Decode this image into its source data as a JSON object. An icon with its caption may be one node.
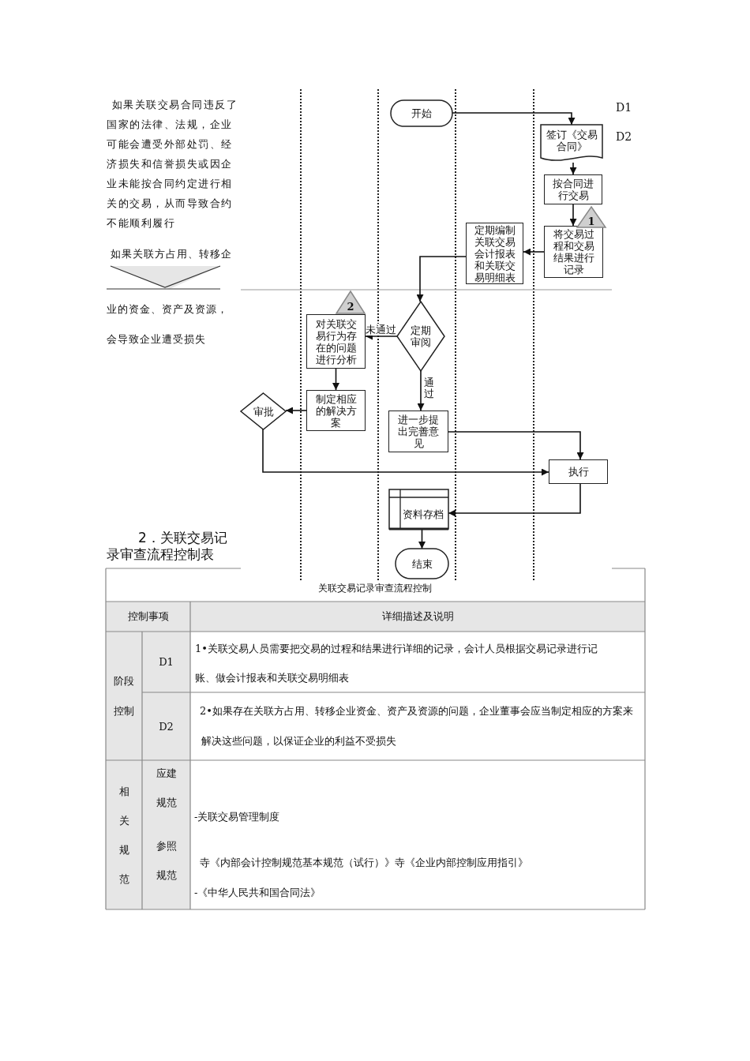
{
  "diagram": {
    "nodes": [
      {
        "text": [
          "开始"
        ]
      },
      {
        "text": [
          "签订《交易合同》"
        ]
      },
      {
        "text": [
          "按合同进行交易"
        ]
      },
      {
        "text": [
          "将交易过程和交易结果进行记录"
        ]
      },
      {
        "text": [
          "定期编制关联交易会计报表和关联交易明细表"
        ]
      },
      {
        "text": [
          "定期审阅"
        ]
      },
      {
        "text": [
          "对关联交易行为存在的问题进行分析"
        ]
      },
      {
        "text": [
          "制定相应的解决方案"
        ]
      },
      {
        "text": [
          "审批"
        ]
      },
      {
        "text": [
          "进一步提出完善意见"
        ]
      },
      {
        "text": [
          "执行"
        ]
      },
      {
        "text": [
          "资料存档"
        ]
      },
      {
        "text": [
          "结束"
        ]
      },
      {
        "text": [
          "1"
        ]
      },
      {
        "text": [
          "2"
        ]
      }
    ],
    "edges": [
      {
        "from": 0,
        "to": 1,
        "arrow": "to"
      },
      {
        "from": 1,
        "to": 2,
        "arrow": "to"
      },
      {
        "from": 2,
        "to": 3,
        "arrow": "to"
      },
      {
        "from": 3,
        "to": 4,
        "arrow": "to"
      },
      {
        "from": 4,
        "to": 5,
        "arrow": "to"
      },
      {
        "from": 5,
        "to": 6,
        "arrow": "to",
        "label": "未通过"
      },
      {
        "from": 5,
        "to": 9,
        "arrow": "to",
        "label": "通过"
      },
      {
        "from": 6,
        "to": 7,
        "arrow": "to"
      },
      {
        "from": 7,
        "to": 8,
        "arrow": "to"
      },
      {
        "from": 8,
        "to": 10,
        "arrow": "to"
      },
      {
        "from": 9,
        "to": 10,
        "arrow": "to"
      },
      {
        "from": 10,
        "to": 11,
        "arrow": "to"
      },
      {
        "from": 11,
        "to": 12,
        "arrow": "to"
      }
    ],
    "labels": [
      "如果关联交易合同违反了国家的法律、法规，企业可能会遭受外部处罚、经济损失和信誉损失或因企业未能按合同约定进行相关的交易，从而导致合约不能顺利履行",
      "D1",
      "D2",
      "如果关联方占用、转移企",
      "业的资金、资产及资源，",
      "会导致企业遭受损失",
      "2．关联交易记录审查流程控制表",
      "关联交易记录审查流程控制",
      "控制事项",
      "详细描述及说明",
      "阶段控制",
      "D1",
      "1•关联交易人员需要把交易的过程和结果进行详细的记录，会计人员根据交易记录进行记账、做会计报表和关联交易明细表",
      "D2",
      "2•如果存在关联方占用、转移企业资金、资产及资源的问题，企业董事会应当制定相应的方案来解决这些问题，以保证企业的利益不受损失",
      "相关规范",
      "应建规范",
      "-关联交易管理制度",
      "参照规范",
      "寺《内部会计控制规范基本规范（试行）》寺《企业内部控制应用指引》",
      "-《中华人民共和国合同法》"
    ]
  }
}
